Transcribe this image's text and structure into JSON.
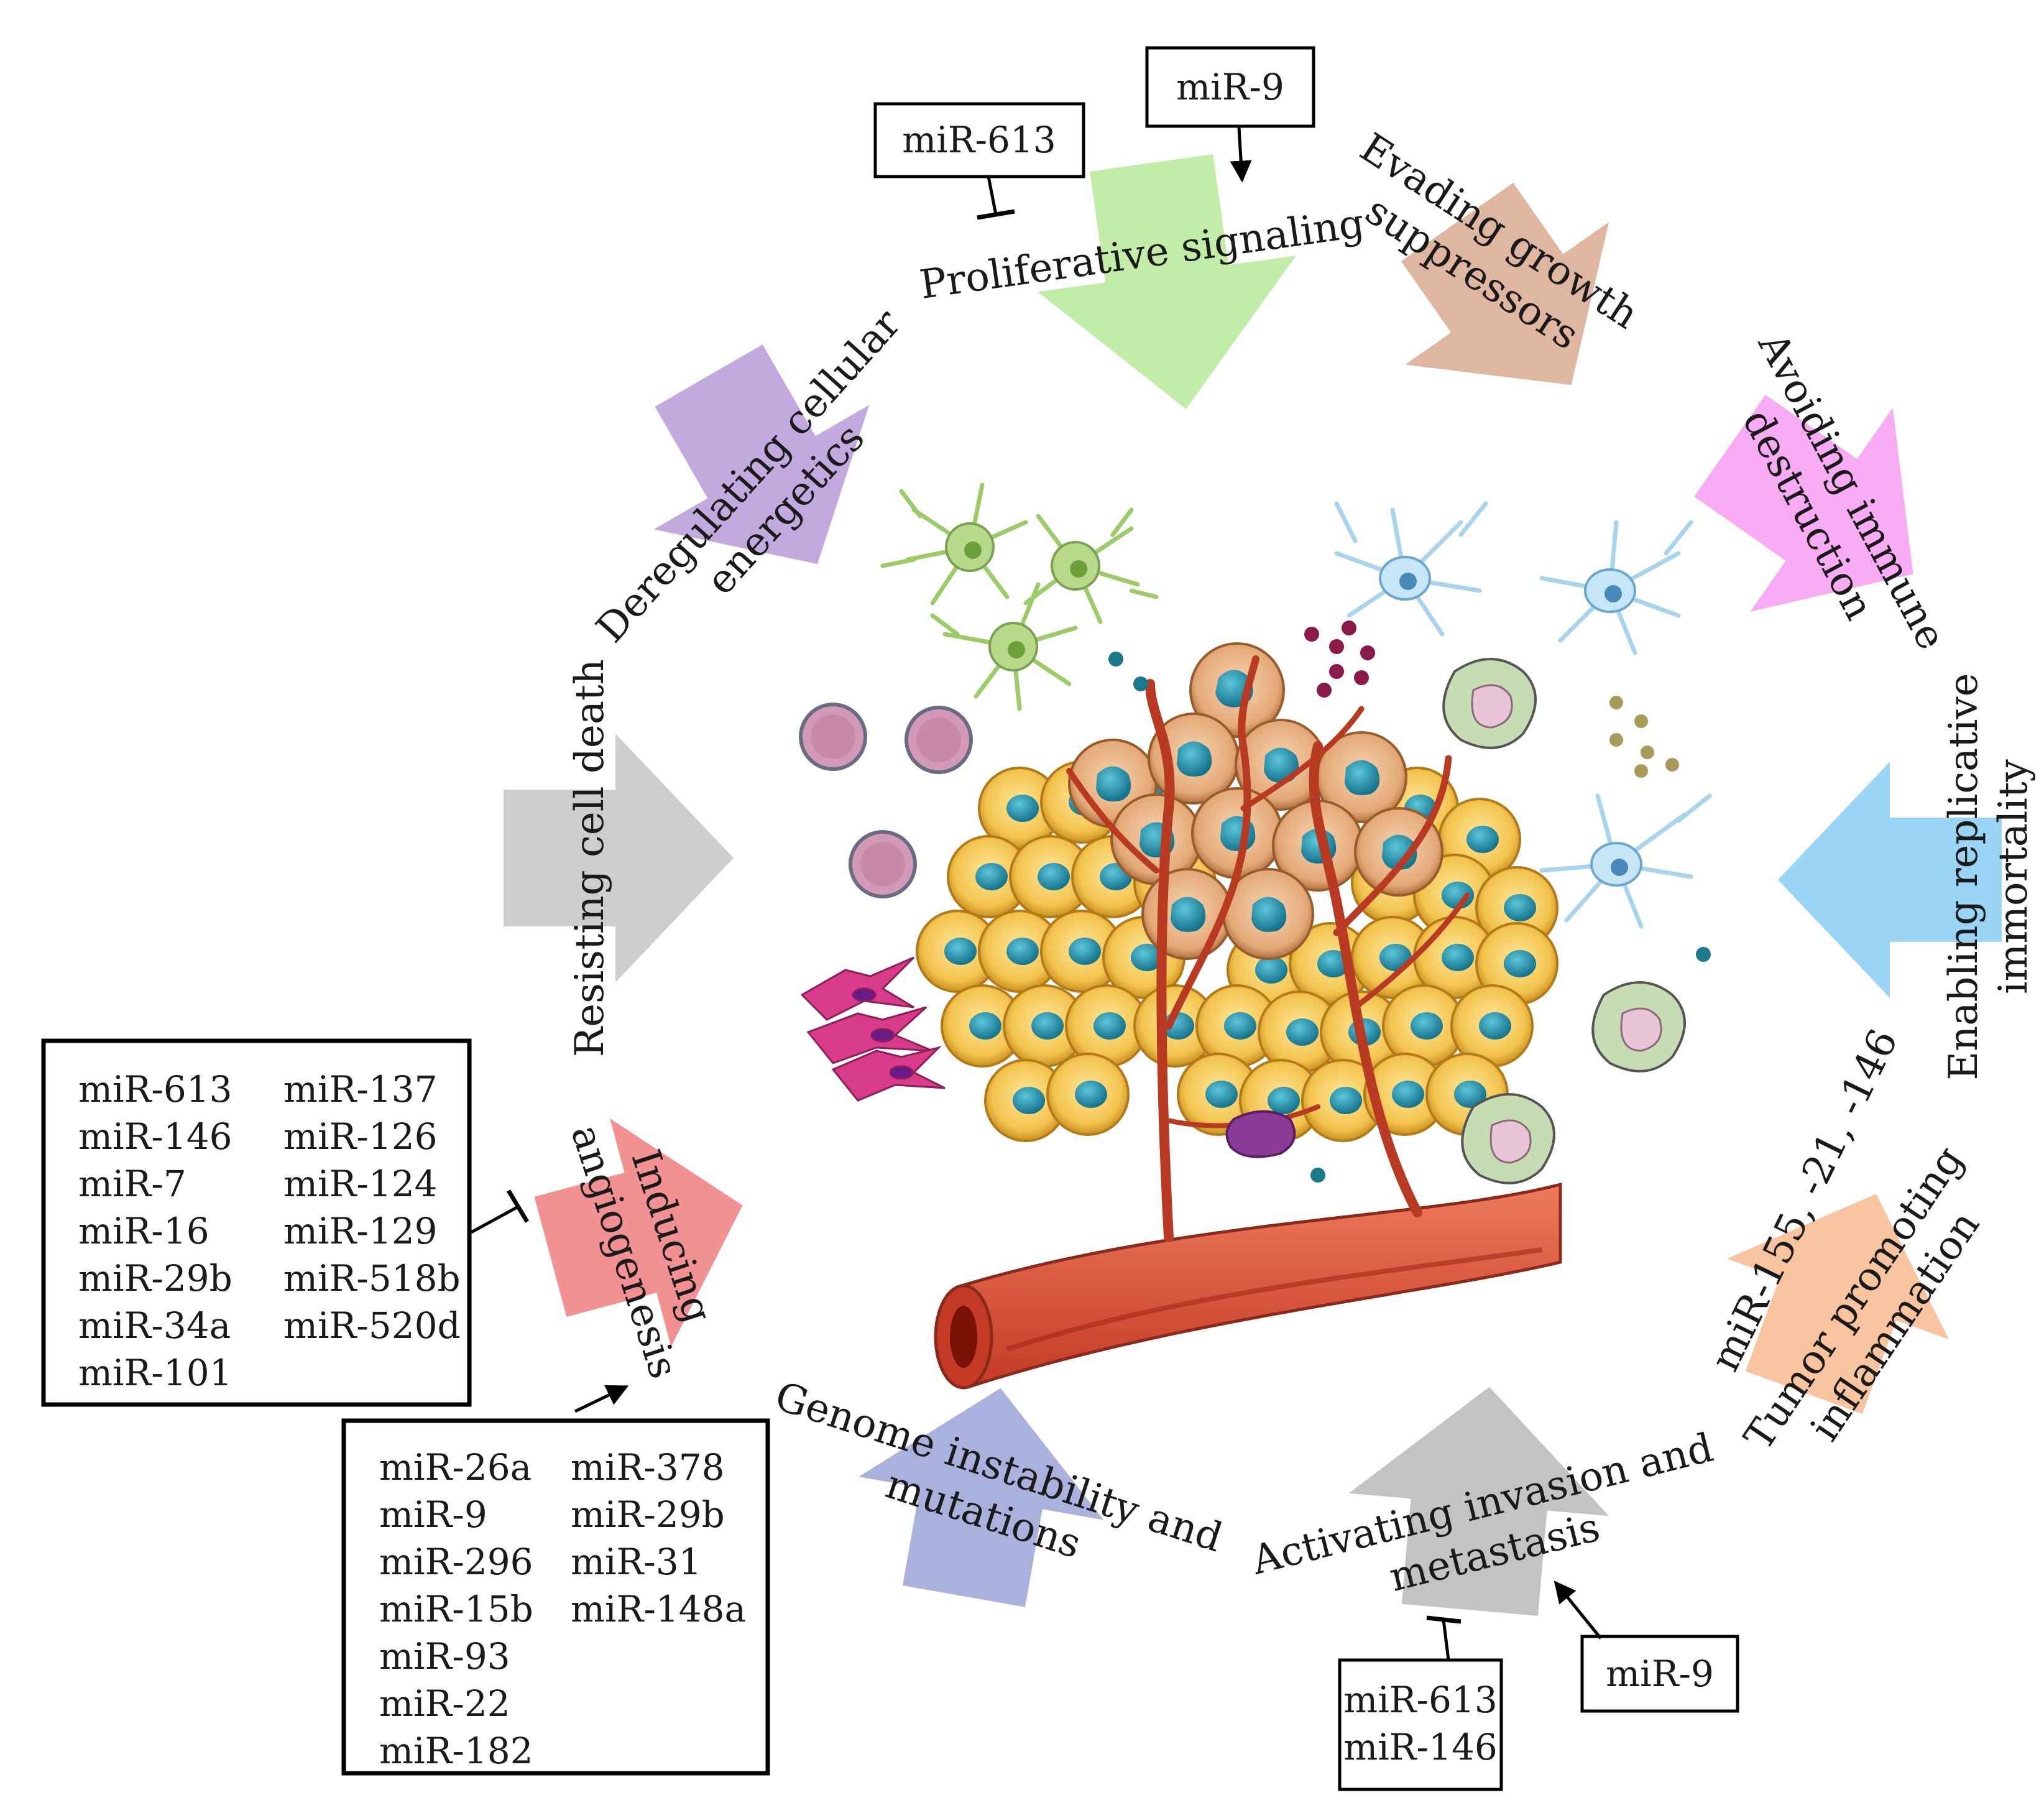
{
  "hallmarks": {
    "proliferative": "Proliferative signaling",
    "evading_1": "Evading growth",
    "evading_2": "suppressors",
    "immune_1": "Avoiding immune",
    "immune_2": "destruction",
    "replicative_1": "Enabling replicative",
    "replicative_2": "immortality",
    "inflammation_1": "Tumor promoting",
    "inflammation_2": "inflammation",
    "invasion_1": "Activating invasion and",
    "invasion_2": "metastasis",
    "genome_1": "Genome instability and",
    "genome_2": "mutations",
    "angio_1": "Inducing",
    "angio_2": "angiogenesis",
    "cell_death": "Resisting cell death",
    "energetics_1": "Deregulating cellular",
    "energetics_2": "energetics"
  },
  "mirnas": {
    "prolif_inhibitor": "miR-613",
    "prolif_promoter": "miR-9",
    "inflammation_list": "miR-155, -21, -146",
    "invasion_inhibitors": [
      "miR-613",
      "miR-146"
    ],
    "invasion_promoter": "miR-9",
    "angio_inhibitors_col1": [
      "miR-613",
      "miR-146",
      "miR-7",
      "miR-16",
      "miR-29b",
      "miR-34a",
      "miR-101"
    ],
    "angio_inhibitors_col2": [
      "miR-137",
      "miR-126",
      "miR-124",
      "miR-129",
      "miR-518b",
      "miR-520d"
    ],
    "angio_promoters_col1": [
      "miR-26a",
      "miR-9",
      "miR-296",
      "miR-15b",
      "miR-93",
      "miR-22",
      "miR-182"
    ],
    "angio_promoters_col2": [
      "miR-378",
      "miR-29b",
      "miR-31",
      "miR-148a"
    ]
  },
  "colors": {
    "proliferative": "#b6ea9a",
    "evading": "#d9a98e",
    "immune": "#f59cf0",
    "replicative": "#8fd0f5",
    "inflammation": "#f7b88e",
    "invasion": "#b8b8b8",
    "genome": "#9aa3d6",
    "angiogenesis": "#f07e7e",
    "cell_death": "#c8c8c8",
    "energetics": "#b79ad8",
    "tumor_cell": "#f2c24e",
    "nucleus": "#2a8fa6",
    "vessel": "#d9503a"
  }
}
